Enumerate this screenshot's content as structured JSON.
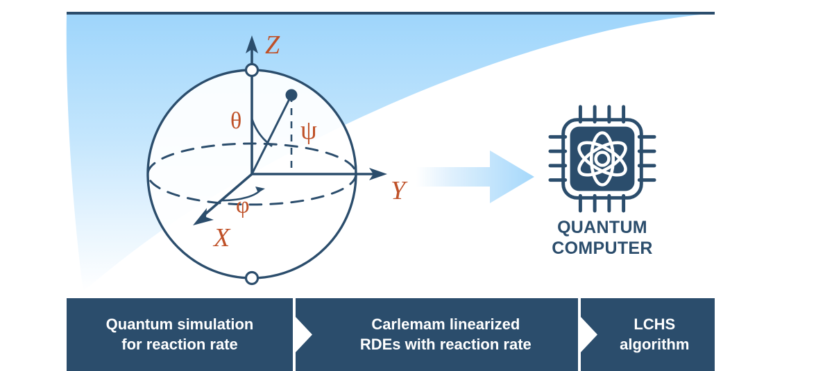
{
  "figure": {
    "title": "Quantum simulation workflow for reaction rate via Carleman linearization and LCHS",
    "colors": {
      "dark_blue": "#2b4d6c",
      "orange": "#bf5128",
      "light_blue": "#a8dafc",
      "arrow_blue": "#addcfb",
      "white": "#ffffff"
    }
  },
  "bloch_sphere": {
    "name": "Bloch sphere",
    "axes": {
      "z_label": "Z",
      "y_label": "Y",
      "x_label": "X"
    },
    "angles": {
      "theta_label": "θ",
      "phi_label": "φ"
    },
    "state_label": "ψ",
    "poles": {
      "north": "north-pole-marker",
      "south": "south-pole-marker"
    }
  },
  "transition": {
    "arrow_name": "rightward-transition-arrow"
  },
  "quantum_computer": {
    "icon_name": "quantum-chip-atom-icon",
    "caption_line1": "QUANTUM",
    "caption_line2": "COMPUTER"
  },
  "flow_bar": {
    "steps": [
      {
        "id": "step-quantum-simulation",
        "line1": "Quantum simulation",
        "line2": "for reaction rate"
      },
      {
        "id": "step-carleman-linearized",
        "line1": "Carlemam linearized",
        "line2": "RDEs with reaction rate"
      },
      {
        "id": "step-lchs-algorithm",
        "line1": "LCHS",
        "line2": "algorithm"
      }
    ]
  }
}
